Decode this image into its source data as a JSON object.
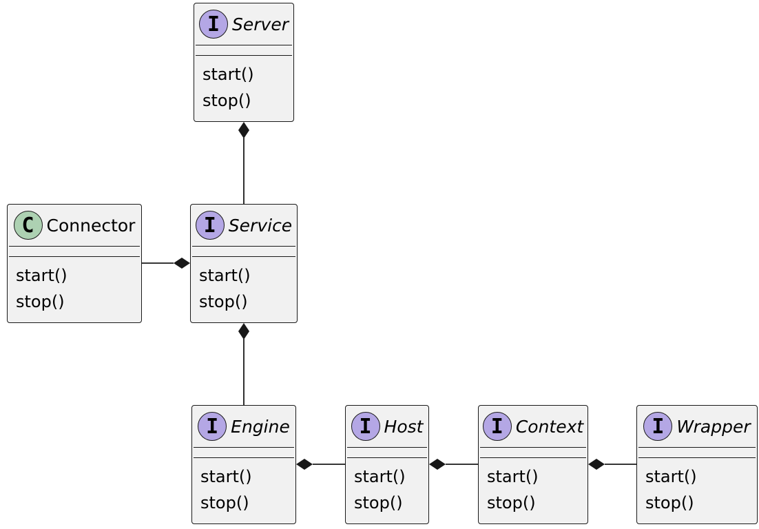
{
  "colors": {
    "interface_badge": "#b4a7e5",
    "class_badge": "#add1b2",
    "box_fill": "#f1f1f1",
    "stroke": "#181818"
  },
  "nodes": {
    "server": {
      "stereotype": "I",
      "name": "Server",
      "methods": [
        "start()",
        "stop()"
      ]
    },
    "service": {
      "stereotype": "I",
      "name": "Service",
      "methods": [
        "start()",
        "stop()"
      ]
    },
    "connector": {
      "stereotype": "C",
      "name": "Connector",
      "methods": [
        "start()",
        "stop()"
      ]
    },
    "engine": {
      "stereotype": "I",
      "name": "Engine",
      "methods": [
        "start()",
        "stop()"
      ]
    },
    "host": {
      "stereotype": "I",
      "name": "Host",
      "methods": [
        "start()",
        "stop()"
      ]
    },
    "context": {
      "stereotype": "I",
      "name": "Context",
      "methods": [
        "start()",
        "stop()"
      ]
    },
    "wrapper": {
      "stereotype": "I",
      "name": "Wrapper",
      "methods": [
        "start()",
        "stop()"
      ]
    }
  },
  "relations": [
    {
      "whole": "Server",
      "part": "Service",
      "type": "composition"
    },
    {
      "whole": "Service",
      "part": "Connector",
      "type": "composition"
    },
    {
      "whole": "Service",
      "part": "Engine",
      "type": "composition"
    },
    {
      "whole": "Engine",
      "part": "Host",
      "type": "composition"
    },
    {
      "whole": "Host",
      "part": "Context",
      "type": "composition"
    },
    {
      "whole": "Context",
      "part": "Wrapper",
      "type": "composition"
    }
  ]
}
